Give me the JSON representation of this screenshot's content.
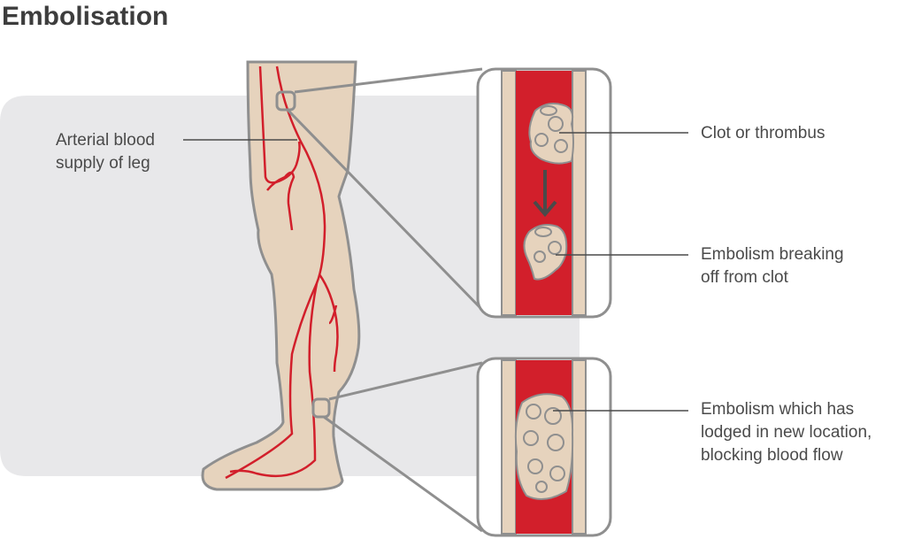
{
  "title": "Embolisation",
  "labels": {
    "arterial": [
      "Arterial blood",
      "supply of leg"
    ],
    "clot": [
      "Clot or thrombus"
    ],
    "breaking": [
      "Embolism breaking",
      "off from clot"
    ],
    "lodged": [
      "Embolism which has",
      "lodged in new location,",
      "blocking blood flow"
    ]
  },
  "colors": {
    "blood": "#d21f2b",
    "skin": "#e6d3bd",
    "outline": "#8f8f8f",
    "background": "#e8e8ea",
    "text": "#4a4a4a"
  }
}
